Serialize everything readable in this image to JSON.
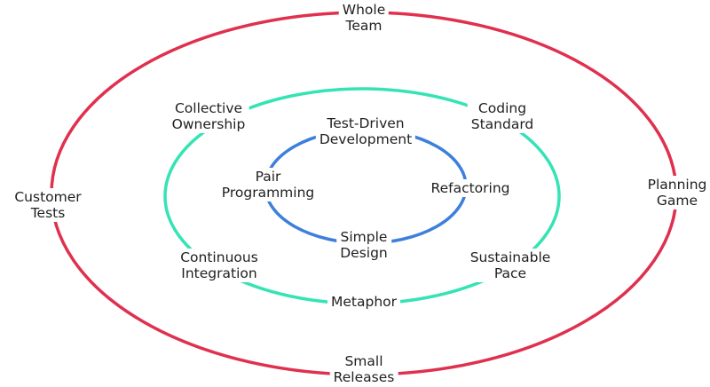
{
  "colors": {
    "outer_ring": "#e0304f",
    "middle_ring": "#35e3b5",
    "inner_ring": "#3d7fdc",
    "text": "#1f1f1f",
    "background": "#ffffff"
  },
  "outer_ring": {
    "practices": [
      {
        "lines": [
          "Whole",
          "Team"
        ]
      },
      {
        "lines": [
          "Planning",
          "Game"
        ]
      },
      {
        "lines": [
          "Small",
          "Releases"
        ]
      },
      {
        "lines": [
          "Customer",
          "Tests"
        ]
      }
    ]
  },
  "middle_ring": {
    "practices": [
      {
        "lines": [
          "Collective",
          "Ownership"
        ]
      },
      {
        "lines": [
          "Coding",
          "Standard"
        ]
      },
      {
        "lines": [
          "Sustainable",
          "Pace"
        ]
      },
      {
        "lines": [
          "Metaphor"
        ]
      },
      {
        "lines": [
          "Continuous",
          "Integration"
        ]
      }
    ]
  },
  "inner_ring": {
    "practices": [
      {
        "lines": [
          "Test-Driven",
          "Development"
        ]
      },
      {
        "lines": [
          "Refactoring"
        ]
      },
      {
        "lines": [
          "Simple",
          "Design"
        ]
      },
      {
        "lines": [
          "Pair",
          "Programming"
        ]
      }
    ]
  }
}
